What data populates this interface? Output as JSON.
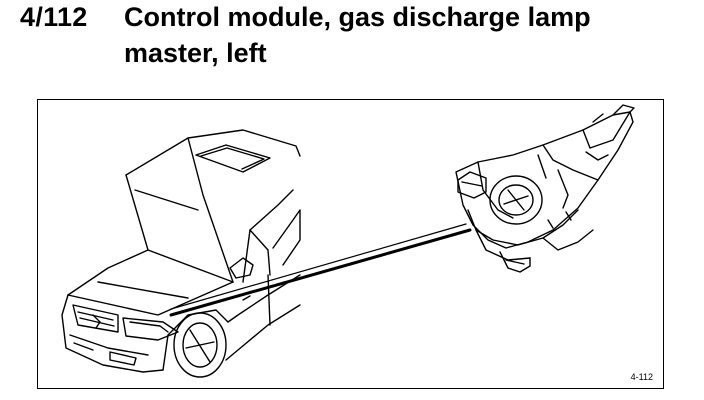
{
  "header": {
    "ref_number": "4/112",
    "title_line_1": "Control module, gas discharge lamp",
    "title_line_2": "master, left"
  },
  "figure": {
    "code": "4-112",
    "illustration_icon": "car-headlamp-control-module-illustration"
  }
}
